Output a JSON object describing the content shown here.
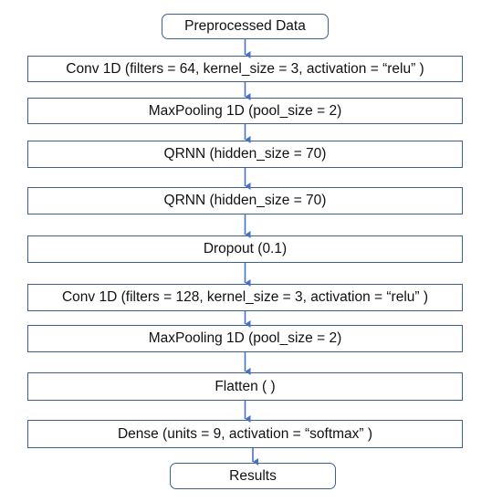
{
  "colors": {
    "box_border": "#3f5f8f",
    "arrow": "#4472c4",
    "text": "#111111",
    "background": "#ffffff"
  },
  "nodes": [
    {
      "label": "Preprocessed Data",
      "shape": "rounded"
    },
    {
      "label": "Conv 1D (filters = 64, kernel_size = 3, activation = “relu” )",
      "shape": "rectangle"
    },
    {
      "label": "MaxPooling 1D (pool_size = 2)",
      "shape": "rectangle"
    },
    {
      "label": "QRNN (hidden_size = 70)",
      "shape": "rectangle"
    },
    {
      "label": "QRNN (hidden_size = 70)",
      "shape": "rectangle"
    },
    {
      "label": "Dropout (0.1)",
      "shape": "rectangle"
    },
    {
      "label": "Conv 1D (filters = 128, kernel_size = 3, activation = “relu” )",
      "shape": "rectangle"
    },
    {
      "label": "MaxPooling 1D (pool_size = 2)",
      "shape": "rectangle"
    },
    {
      "label": "Flatten ( )",
      "shape": "rectangle"
    },
    {
      "label": "Dense (units = 9, activation = “softmax” )",
      "shape": "rectangle"
    },
    {
      "label": "Results",
      "shape": "rounded"
    }
  ],
  "edges": [
    {
      "from": 0,
      "to": 1
    },
    {
      "from": 1,
      "to": 2
    },
    {
      "from": 2,
      "to": 3
    },
    {
      "from": 3,
      "to": 4
    },
    {
      "from": 4,
      "to": 5
    },
    {
      "from": 5,
      "to": 6
    },
    {
      "from": 6,
      "to": 7
    },
    {
      "from": 7,
      "to": 8
    },
    {
      "from": 8,
      "to": 9
    },
    {
      "from": 9,
      "to": 10
    }
  ]
}
